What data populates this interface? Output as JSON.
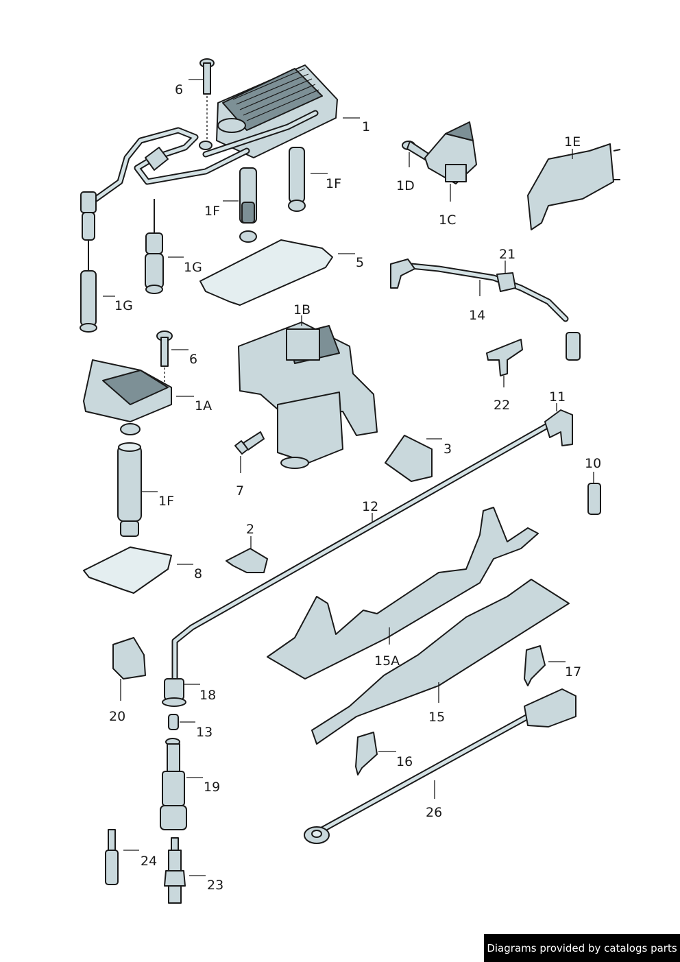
{
  "labels": {
    "p6a": "6",
    "p1": "1",
    "p1d": "1D",
    "p1e": "1E",
    "p1f_a": "1F",
    "p1f_b": "1F",
    "p1c": "1C",
    "p1g_a": "1G",
    "p1g_b": "1G",
    "p5": "5",
    "p21": "21",
    "p14": "14",
    "p1b": "1B",
    "p6b": "6",
    "p1a": "1A",
    "p22": "22",
    "p11": "11",
    "p3": "3",
    "p7": "7",
    "p10": "10",
    "p1f_c": "1F",
    "p12": "12",
    "p2": "2",
    "p8": "8",
    "p15a": "15A",
    "p17": "17",
    "p20": "20",
    "p18": "18",
    "p15": "15",
    "p13": "13",
    "p16": "16",
    "p19": "19",
    "p26": "26",
    "p24": "24",
    "p23": "23"
  },
  "watermark": "Diagrams provided by catalogs parts"
}
